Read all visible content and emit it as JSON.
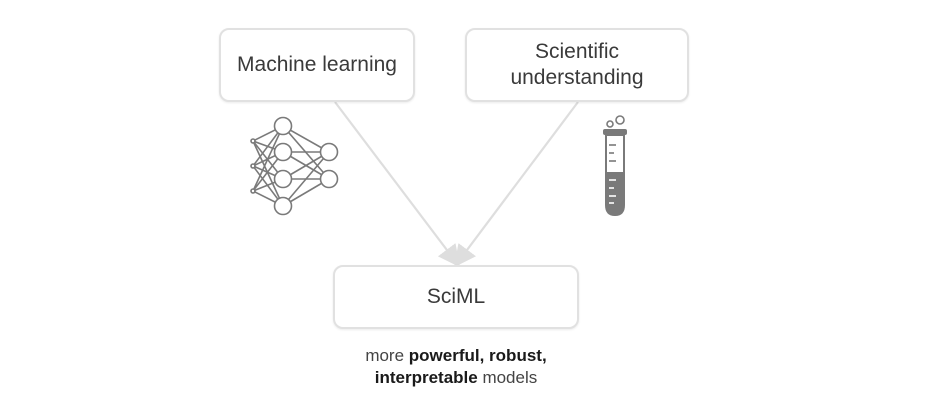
{
  "boxes": {
    "machine_learning": "Machine learning",
    "scientific_understanding": "Scientific\nunderstanding",
    "sciml": "SciML"
  },
  "caption": {
    "line1_plain": "more ",
    "line1_bold": "powerful, robust,",
    "line2_bold": "interpretable",
    "line2_plain": " models"
  },
  "icons": {
    "left": "neural-network-icon",
    "right": "test-tube-icon"
  },
  "colors": {
    "box_border": "#e1e1e1",
    "arrow": "#dedede",
    "icon": "#7a7a7a"
  }
}
